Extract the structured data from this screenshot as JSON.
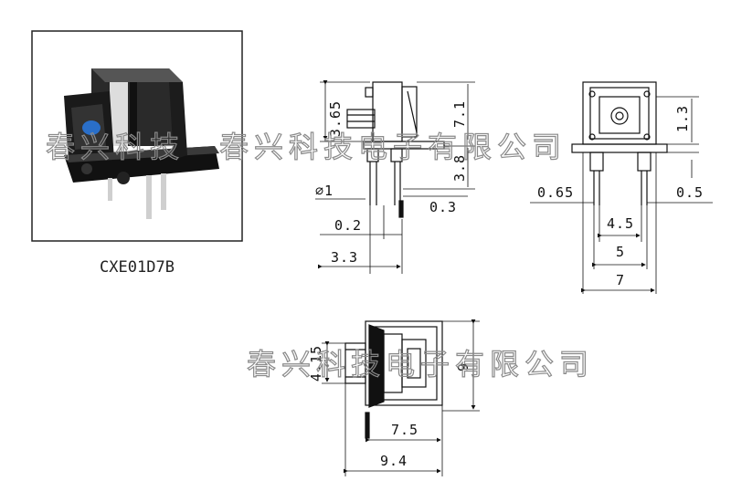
{
  "part_label": "CXE01D7B",
  "watermark_text": "春兴科技电子有限公司",
  "dims": {
    "side_height_upper": "3.65",
    "side_height_total": "7.1",
    "side_height_lower": "3.8",
    "pin_diameter": "⌀1",
    "side_offset_small": "0.2",
    "side_gap": "0.3",
    "side_base_width": "3.3",
    "front_height_upper": "1.3",
    "front_pin_dim_left": "0.65",
    "front_pin_dim_right": "0.5",
    "front_pin_inner": "4.5",
    "front_pin_outer": "5",
    "front_total_width": "7",
    "top_inner_height": "4.15",
    "top_total_height": "9",
    "top_inner_width": "7.5",
    "top_total_width": "9.4"
  }
}
